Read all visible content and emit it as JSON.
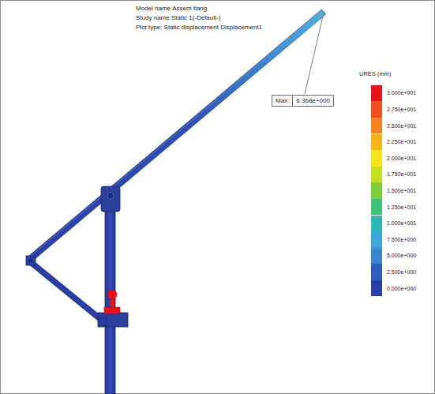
{
  "diagram": {
    "nodes": [
      {
        "text": [
          "Max:",
          "6.368e+000"
        ]
      }
    ],
    "labels": [
      "Model name:Assem tiang",
      "Study name:Static 1(-Default-)",
      "Plot type: Static displacement Displacement1",
      "URES (mm)"
    ],
    "legend": [
      {
        "text": "3.000e+001",
        "color": "#e8141c"
      },
      {
        "text": "2.750e+001",
        "color": "#f04f1e"
      },
      {
        "text": "2.500e+001",
        "color": "#f5821f"
      },
      {
        "text": "2.250e+001",
        "color": "#f9b31b"
      },
      {
        "text": "2.000e+001",
        "color": "#f5e51a"
      },
      {
        "text": "1.750e+001",
        "color": "#c4e021"
      },
      {
        "text": "1.500e+001",
        "color": "#7fcf3a"
      },
      {
        "text": "1.250e+001",
        "color": "#3fc27a"
      },
      {
        "text": "1.000e+001",
        "color": "#2db8b8"
      },
      {
        "text": "7.500e+000",
        "color": "#3aa7d9"
      },
      {
        "text": "5.000e+000",
        "color": "#3a86cf"
      },
      {
        "text": "2.500e+000",
        "color": "#2f5cbf"
      },
      {
        "text": "0.000e+000",
        "color": "#2a3ea8"
      }
    ]
  }
}
